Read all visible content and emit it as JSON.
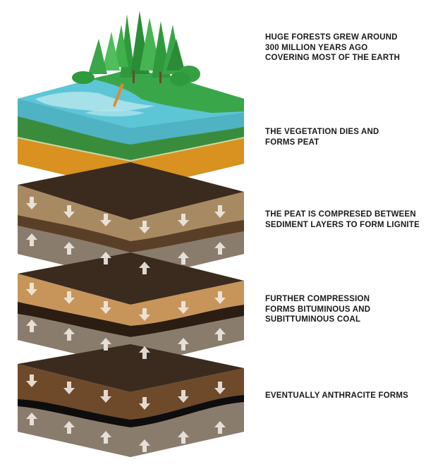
{
  "stages": [
    {
      "id": "forest",
      "caption": "HUGE FORESTS GREW AROUND\n300 MILLION YEARS AGO\nCOVERING MOST OF THE EARTH"
    },
    {
      "id": "peat",
      "caption": "THE VEGETATION DIES AND\nFORMS PEAT"
    },
    {
      "id": "lignite",
      "caption": "THE PEAT IS COMPRESED BETWEEN\nSEDIMENT LAYERS TO FORM LIGNITE"
    },
    {
      "id": "bituminous",
      "caption": "FURTHER COMPRESSION\nFORMS BITUMINOUS AND\nSUBITTUMINOUS COAL"
    },
    {
      "id": "anthracite",
      "caption": "EVENTUALLY ANTHRACITE FORMS"
    }
  ],
  "colors": {
    "water": "#5cc6d6",
    "water_light": "#b9e6ee",
    "grass": "#3aa64a",
    "grass_dark": "#2f8a3c",
    "forest_band": "#2f7d3a",
    "orange_band": "#d9911f",
    "peat_top": "#3b2b1e",
    "sediment_tan": "#a88a62",
    "sediment_grey": "#8a7c6c",
    "coal_dark": "#4a3524",
    "anthracite": "#0d0d0d",
    "arrow": "#eeeae4"
  }
}
